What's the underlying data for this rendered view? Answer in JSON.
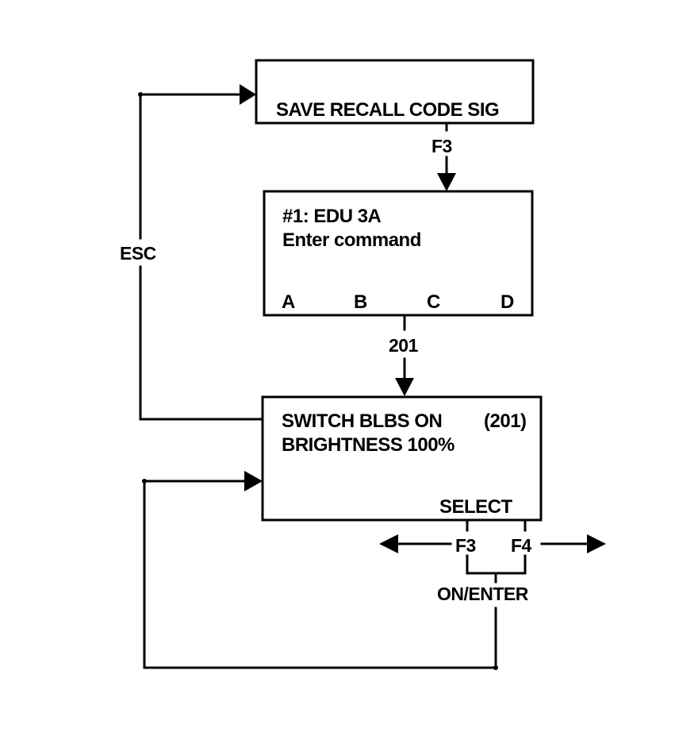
{
  "box_save": {
    "line1": "SAVE RECALL CODE SIG"
  },
  "box_command": {
    "line1": "#1: EDU 3A",
    "line2": "Enter command",
    "keys": [
      "A",
      "B",
      "C",
      "D"
    ]
  },
  "box_switch": {
    "line1": "SWITCH BLBS ON",
    "line1_code": "(201)",
    "line2": "BRIGHTNESS 100%",
    "softkey": "SELECT"
  },
  "labels": {
    "esc": "ESC",
    "f3_top": "F3",
    "code_201": "201",
    "f3_bottom": "F3",
    "f4_bottom": "F4",
    "on_enter": "ON/ENTER"
  }
}
